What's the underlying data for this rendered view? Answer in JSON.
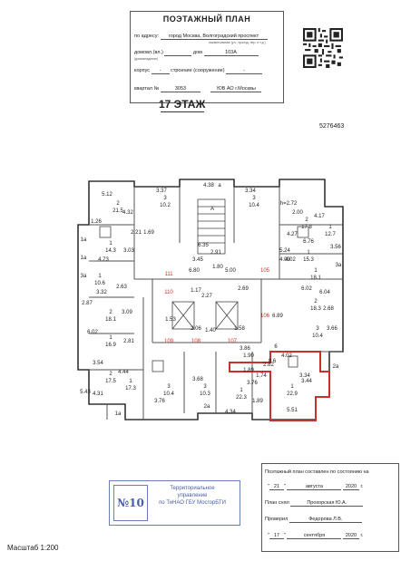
{
  "header": {
    "title": "ПОЭТАЖНЫЙ ПЛАН",
    "row1_label": "по адресу:",
    "row1_value": "город Москва, Волгоградский проспект",
    "row1_hint": "наименование (ул., проезд, пер. и т.д.)",
    "row2_label": "домовл.(вл.)",
    "row2_mid": "дом",
    "row2_value": "103А",
    "row2_hint": "(домовладение)",
    "row3_label": "корпус",
    "row3_mid": "строение (сооружение)",
    "row4_label": "квартал №",
    "row4_value": "3053",
    "row4_right": "ЮВ АО г.Москвы"
  },
  "floor_title": "17 ЭТАЖ",
  "document_number": "5276463",
  "plan": {
    "rooms": [
      {
        "t": "5.12"
      },
      {
        "t": "2"
      },
      {
        "t": "21.5"
      },
      {
        "t": "4.32"
      },
      {
        "t": "1.26"
      },
      {
        "t": "3.37"
      },
      {
        "t": "3"
      },
      {
        "t": "10.2"
      },
      {
        "t": "4.38"
      },
      {
        "t": "a"
      },
      {
        "t": "3.34"
      },
      {
        "t": "3"
      },
      {
        "t": "10.4"
      },
      {
        "t": "h=2.72"
      },
      {
        "t": "2.00"
      },
      {
        "t": "2"
      },
      {
        "t": "17.8"
      },
      {
        "t": "4.27"
      },
      {
        "t": "4.17"
      },
      {
        "t": "1a"
      },
      {
        "t": "1"
      },
      {
        "t": "14.3"
      },
      {
        "t": "4.73"
      },
      {
        "t": "3.03"
      },
      {
        "t": "2.21"
      },
      {
        "t": "1.69"
      },
      {
        "t": "3a"
      },
      {
        "t": "1"
      },
      {
        "t": "10.6"
      },
      {
        "t": "3.32"
      },
      {
        "t": "2.63"
      },
      {
        "t": "2.87"
      },
      {
        "t": "2"
      },
      {
        "t": "18.1"
      },
      {
        "t": "3.09"
      },
      {
        "t": "6.02"
      },
      {
        "t": "1"
      },
      {
        "t": "16.9"
      },
      {
        "t": "2.81"
      },
      {
        "t": "3.54"
      },
      {
        "t": "2"
      },
      {
        "t": "17.5"
      },
      {
        "t": "5.43"
      },
      {
        "t": "4.31"
      },
      {
        "t": "4.44"
      },
      {
        "t": "1"
      },
      {
        "t": "17.3"
      },
      {
        "t": "1a"
      },
      {
        "t": "3.76"
      },
      {
        "t": "3"
      },
      {
        "t": "10.4"
      },
      {
        "t": "3.68"
      },
      {
        "t": "3"
      },
      {
        "t": "10.3"
      },
      {
        "t": "2a"
      },
      {
        "t": "1"
      },
      {
        "t": "22.3"
      },
      {
        "t": "4.34"
      },
      {
        "t": "1"
      },
      {
        "t": "22.9"
      },
      {
        "t": "5.51"
      },
      {
        "t": "3.44"
      },
      {
        "t": "3.34"
      },
      {
        "t": "2a"
      },
      {
        "t": "2"
      },
      {
        "t": "18.3"
      },
      {
        "t": "6.02"
      },
      {
        "t": "1"
      },
      {
        "t": "18.1"
      },
      {
        "t": "2.68"
      },
      {
        "t": "1"
      },
      {
        "t": "15.3"
      },
      {
        "t": "6.76"
      },
      {
        "t": "6.04"
      },
      {
        "t": "3"
      },
      {
        "t": "10.4"
      },
      {
        "t": "3.66"
      },
      {
        "t": "3.56"
      },
      {
        "t": "3a"
      },
      {
        "t": "1"
      },
      {
        "t": "12.7"
      },
      {
        "t": "1a"
      },
      {
        "t": "A"
      },
      {
        "t": "6.35"
      },
      {
        "t": "2.91"
      },
      {
        "t": "1.80"
      },
      {
        "t": "3.45"
      },
      {
        "t": "1.17"
      },
      {
        "t": "2.27"
      },
      {
        "t": "2.69"
      },
      {
        "t": "2.06"
      },
      {
        "t": "1.53"
      },
      {
        "t": "1.40"
      },
      {
        "t": "1.58"
      },
      {
        "t": "111"
      },
      {
        "t": "110"
      },
      {
        "t": "109"
      },
      {
        "t": "108"
      },
      {
        "t": "107"
      },
      {
        "t": "106"
      },
      {
        "t": "105"
      },
      {
        "t": "6.80"
      },
      {
        "t": "5.00"
      },
      {
        "t": "3.86"
      },
      {
        "t": "1.89"
      },
      {
        "t": "6.89"
      },
      {
        "t": "5.24"
      },
      {
        "t": "4.09"
      },
      {
        "t": "4.02"
      },
      {
        "t": "1.90"
      },
      {
        "t": "1.74"
      },
      {
        "t": "6"
      },
      {
        "t": "8.6"
      },
      {
        "t": "2.82"
      },
      {
        "t": "4.02"
      },
      {
        "t": "3.76"
      },
      {
        "t": "1.89"
      },
      {
        "t": "4.53"
      }
    ]
  },
  "stamp": {
    "code": "№10",
    "line1": "Территориальное",
    "line2": "управление",
    "line3": "по ТиНАО ГБУ МосгорБТИ"
  },
  "footer": {
    "line1": "Поэтажный план составлен по состоянию на",
    "day": "21",
    "month": "августа",
    "year": "2020",
    "year_suffix": "г.",
    "made_label": "План снял",
    "made_name": "Прохорская Ю.А.",
    "checked_label": "Проверил",
    "checked_name": "Федорова Л.В.",
    "check_day": "17",
    "check_month": "сентября",
    "check_year": "2020"
  },
  "scale": "Масштаб 1:200"
}
